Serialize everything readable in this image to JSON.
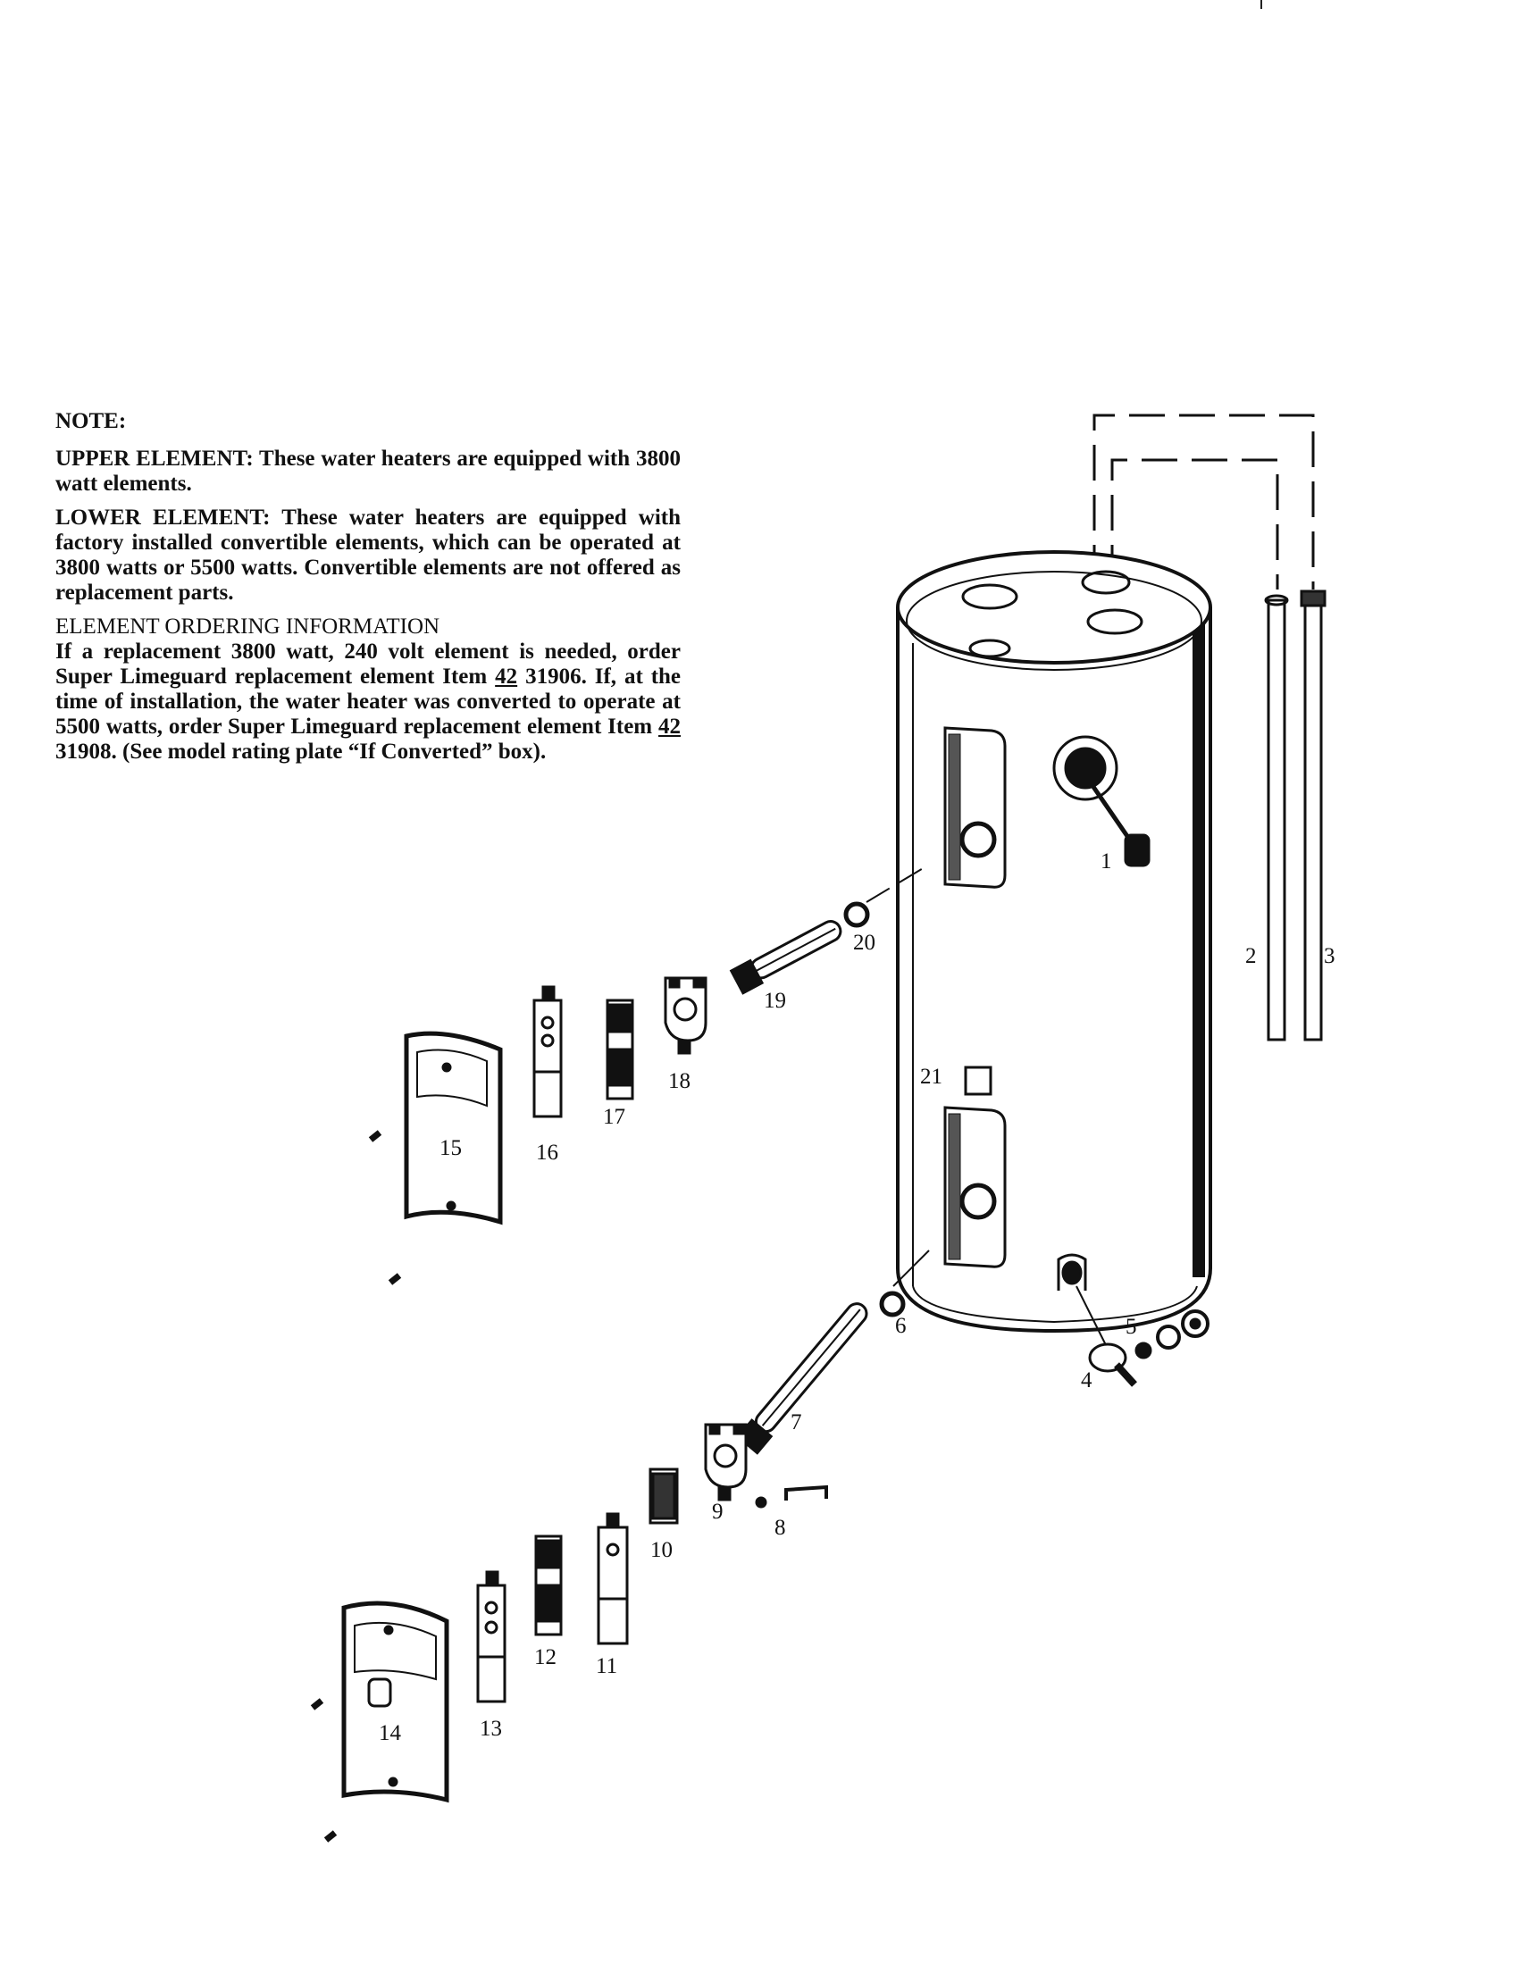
{
  "note": {
    "heading": "NOTE:",
    "upper_label": "UPPER ELEMENT:",
    "upper_text": "These water heaters are equipped with 3800 watt elements.",
    "lower_label": "LOWER ELEMENT:",
    "lower_text": "These water heaters are equipped with factory installed convertible elements, which can be operated at 3800 watts or 5500 watts. Convertible elements are not offered as replacement parts.",
    "ordering_heading": "ELEMENT ORDERING INFORMATION",
    "ordering_p1": "If a replacement 3800 watt, 240 volt element is needed, order Super Limeguard replacement element Item",
    "item_prefix_1": "42",
    "item_number_1": "31906.",
    "ordering_p2": "If, at the time of installation, the water heater was converted to operate at 5500 watts, order Super Limeguard replacement element Item",
    "item_prefix_2": "42",
    "item_number_2": "31908.",
    "ordering_p3": "(See model rating plate “If Converted” box)."
  },
  "callouts": {
    "c1": "1",
    "c2": "2",
    "c3": "3",
    "c4": "4",
    "c5": "5",
    "c6": "6",
    "c7": "7",
    "c8": "8",
    "c9": "9",
    "c10": "10",
    "c11": "11",
    "c12": "12",
    "c13": "13",
    "c14": "14",
    "c15": "15",
    "c16": "16",
    "c17": "17",
    "c18": "18",
    "c19": "19",
    "c20": "20",
    "c21": "21"
  }
}
